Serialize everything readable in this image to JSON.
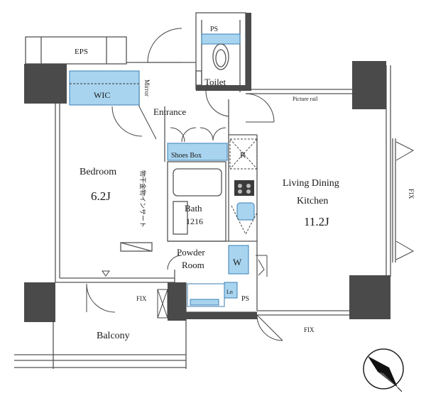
{
  "rooms": {
    "eps": "EPS",
    "ps_top": "PS",
    "toilet": "Toilet",
    "wic": "WIC",
    "mirror": "Mirror",
    "entrance": "Entrance",
    "shoes_box": "Shoes Box",
    "picture_rail": "Picture rail",
    "refrigerator": "R",
    "bedroom": "Bedroom",
    "bedroom_size": "6.2J",
    "insert_label": "物干金物インサート",
    "bath": "Bath",
    "bath_size": "1216",
    "ldk_line1": "Living Dining",
    "ldk_line2": "Kitchen",
    "ldk_size": "11.2J",
    "powder_line1": "Powder",
    "powder_line2": "Room",
    "washer": "W",
    "ps_bottom": "PS",
    "heater": "Ln",
    "fix_balcony": "FIX",
    "fix_bottom": "FIX",
    "fix_right": "FIX",
    "balcony": "Balcony"
  },
  "compass": {
    "direction": "north-arrow"
  },
  "colors": {
    "wall": "#4a4a4a",
    "fixture_blue": "#a8d4ef",
    "line": "#555555"
  }
}
